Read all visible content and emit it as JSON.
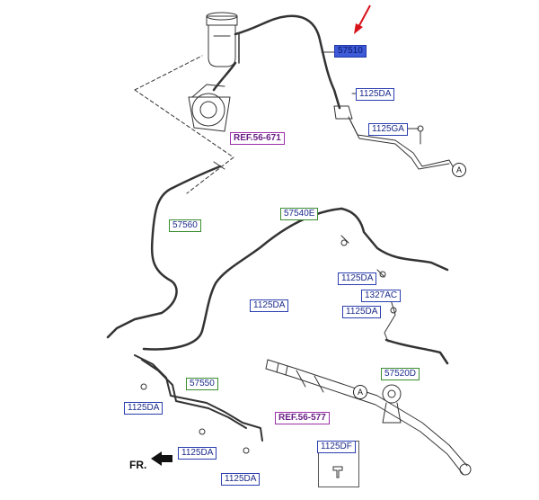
{
  "labels": {
    "p57510": "57510",
    "p1125da_top": "1125DA",
    "p1125ga": "1125GA",
    "ref_56_671": "REF.56-671",
    "p57560": "57560",
    "p57540e": "57540E",
    "p1125da_mid1": "1125DA",
    "p1125da_mid2": "1125DA",
    "p1327ac": "1327AC",
    "p1125da_mid3": "1125DA",
    "p57520d": "57520D",
    "p57550": "57550",
    "p1125da_left": "1125DA",
    "ref_56_577": "REF.56-577",
    "p1125df": "1125DF",
    "p1125da_bot1": "1125DA",
    "p1125da_bot2": "1125DA"
  },
  "markers": {
    "a1": "A",
    "a2": "A"
  },
  "direction": {
    "front": "FR."
  },
  "colors": {
    "selected_fill": "#3d5ad8",
    "pointer_arrow": "#d8121a",
    "ref_text": "#6a1f86"
  }
}
